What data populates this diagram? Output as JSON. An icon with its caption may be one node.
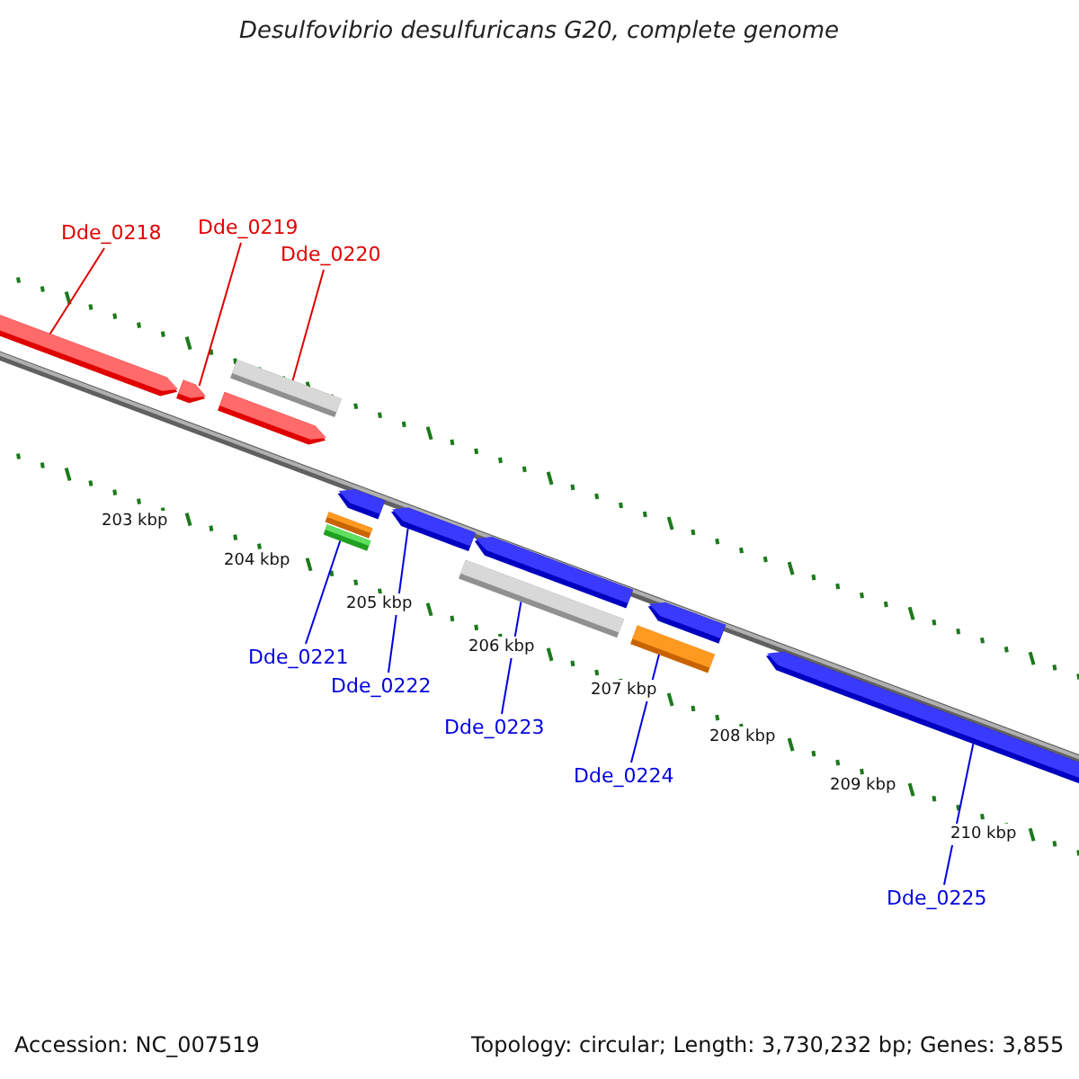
{
  "diagram": {
    "title": "Desulfovibrio desulfuricans G20, complete genome",
    "nodes": [
      {
        "text": [
          "Dde_0218"
        ]
      },
      {
        "text": [
          "Dde_0219"
        ]
      },
      {
        "text": [
          "Dde_0220"
        ]
      },
      {
        "text": [],
        "shape": "arrow"
      },
      {
        "text": [],
        "shape": "arrow"
      },
      {
        "text": [],
        "shape": "bar"
      },
      {
        "text": [],
        "shape": "arrow"
      },
      {
        "text": [],
        "shape": "arrow"
      },
      {
        "text": [],
        "shape": "bar"
      },
      {
        "text": [],
        "shape": "bar"
      },
      {
        "text": [],
        "shape": "arrow"
      },
      {
        "text": [],
        "shape": "arrow"
      },
      {
        "text": [],
        "shape": "bar"
      },
      {
        "text": [],
        "shape": "arrow"
      },
      {
        "text": [],
        "shape": "bar"
      },
      {
        "text": [],
        "shape": "arrow"
      },
      {
        "text": [
          "Dde_0221"
        ]
      },
      {
        "text": [
          "Dde_0222"
        ]
      },
      {
        "text": [
          "Dde_0223"
        ]
      },
      {
        "text": [
          "Dde_0224"
        ]
      },
      {
        "text": [
          "Dde_0225"
        ]
      }
    ],
    "edges": [
      {
        "from": 0,
        "to": 3,
        "arrow": "none",
        "color": "#e00000"
      },
      {
        "from": 1,
        "to": 4,
        "arrow": "none",
        "color": "#e00000"
      },
      {
        "from": 2,
        "to": 5,
        "arrow": "none",
        "color": "#e00000"
      },
      {
        "from": 16,
        "to": 9,
        "arrow": "none"
      },
      {
        "from": 17,
        "to": 10,
        "arrow": "none"
      },
      {
        "from": 18,
        "to": 12,
        "arrow": "none"
      },
      {
        "from": 19,
        "to": 14,
        "arrow": "none"
      },
      {
        "from": 20,
        "to": 15,
        "arrow": "none"
      }
    ],
    "labels": [
      "203 kbp",
      "204 kbp",
      "205 kbp",
      "206 kbp",
      "207 kbp",
      "208 kbp",
      "209 kbp",
      "210 kbp",
      "Accession: NC_007519",
      "Topology: circular; Length: 3,730,232 bp; Genes: 3,855"
    ]
  }
}
